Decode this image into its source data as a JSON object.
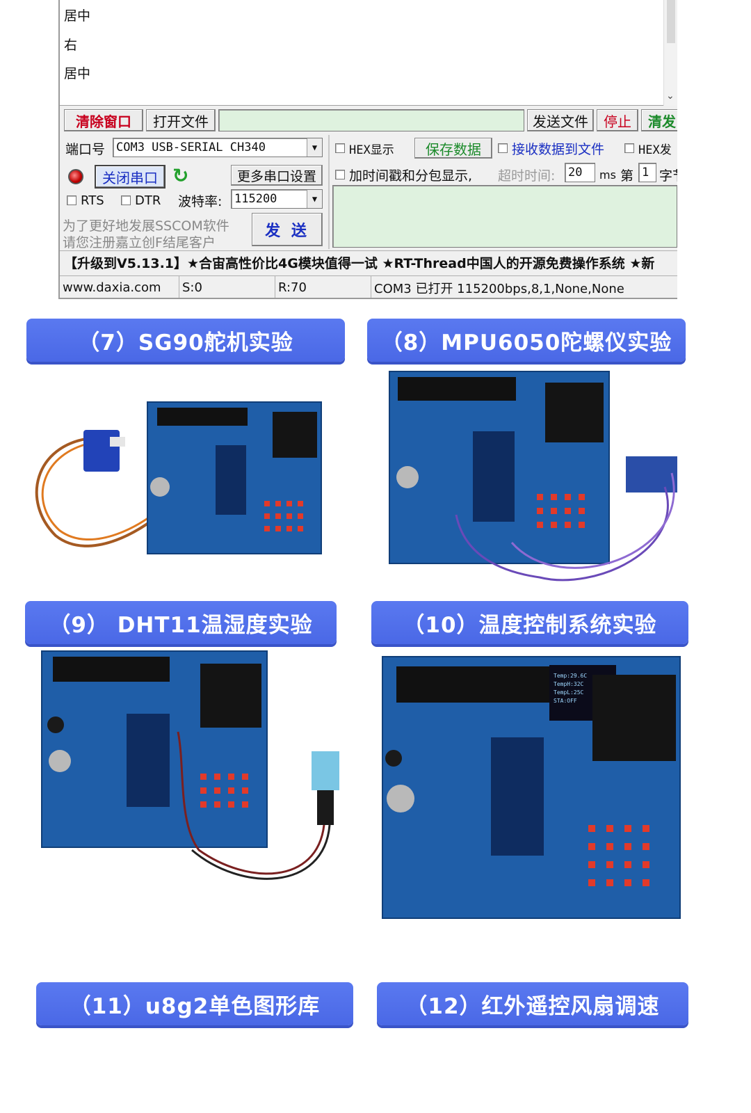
{
  "receive_lines": [
    "居中",
    "右",
    "居中"
  ],
  "toolbar": {
    "clear_window": "清除窗口",
    "open_file": "打开文件",
    "send_file": "发送文件",
    "stop": "停止",
    "clear_send": "清发"
  },
  "port": {
    "label": "端口号",
    "value": "COM3 USB-SERIAL CH340",
    "close_port": "关闭串口",
    "more_settings": "更多串口设置",
    "rts": "RTS",
    "dtr": "DTR",
    "baud_label": "波特率:",
    "baud_value": "115200"
  },
  "options": {
    "hex_display": "HEX显示",
    "save_data": "保存数据",
    "receive_to_file": "接收数据到文件",
    "hex_send": "HEX发",
    "timestamp": "加时间戳和分包显示,",
    "timeout_label": "超时时间:",
    "timeout_value": "20",
    "ms": "ms",
    "nth": "第",
    "nth_value": "1",
    "byte": "字节"
  },
  "promo": [
    "为了更好地发展SSCOM软件",
    "请您注册嘉立创F结尾客户"
  ],
  "send_button": "发 送",
  "ticker": "【升级到V5.13.1】★合宙高性价比4G模块值得一试 ★RT-Thread中国人的开源免费操作系统 ★新",
  "status": {
    "site": "www.daxia.com",
    "sent": "S:0",
    "received": "R:70",
    "port_state": "COM3 已打开  115200bps,8,1,None,None"
  },
  "banners": [
    "（7）SG90舵机实验",
    "（8）MPU6050陀螺仪实验",
    "（9） DHT11温湿度实验",
    "（10）温度控制系统实验",
    "（11）u8g2单色图形库",
    "（12）红外遥控风扇调速"
  ],
  "oled_lines": [
    "Temp:29.6C",
    "TempH:32C",
    "TempL:25C",
    "STA:OFF"
  ],
  "colors": {
    "banner": "#4a68e6",
    "board": "#1f5ea8",
    "segment": "#cfd6e6",
    "terminal_green": "#dff2df"
  }
}
